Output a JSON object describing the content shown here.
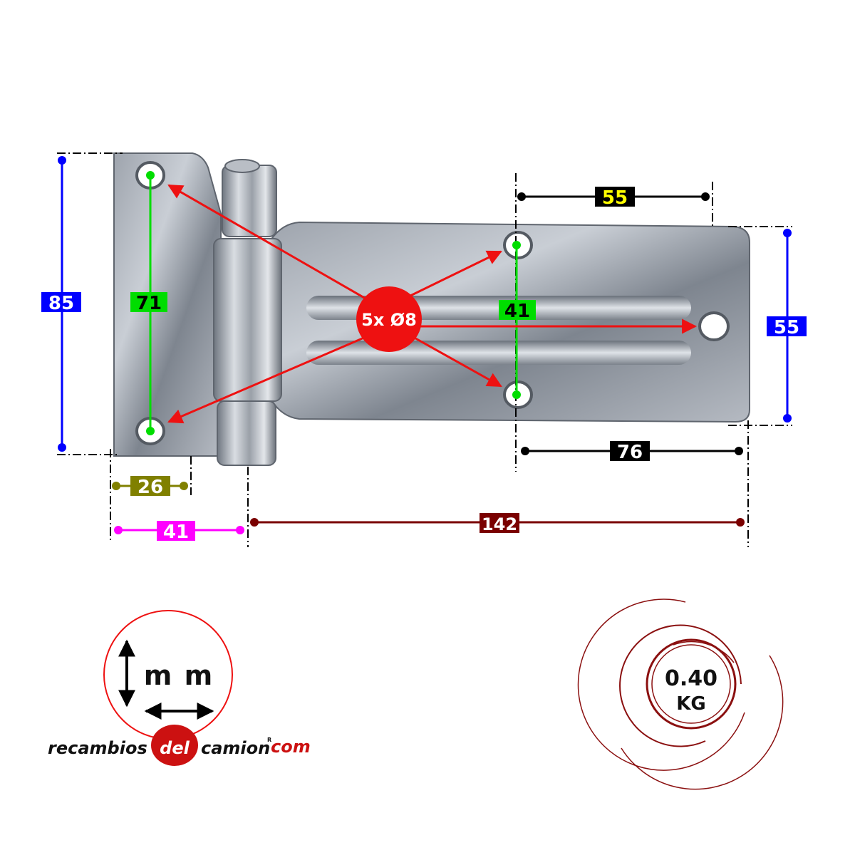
{
  "dimensions": {
    "overall_height": "85",
    "hole_spacing_left": "71",
    "hole_spacing_right": "41",
    "plate_height_right": "55",
    "top_hole_offset": "55",
    "bottom_hole_offset": "76",
    "left_leaf_hole_offset": "26",
    "left_leaf_width": "41",
    "right_leaf_length": "142"
  },
  "holes_callout": "5x Ø8",
  "units_badge": "m m",
  "weight": {
    "value": "0.40",
    "unit": "KG"
  },
  "logo": {
    "part1": "recambios",
    "part2": "del",
    "part3": "camion",
    "suffix": "com",
    "registered": "R"
  },
  "colors": {
    "blue": "#0000ff",
    "green": "#00dd00",
    "olive": "#808000",
    "magenta": "#ff00ff",
    "maroon": "#7a0000",
    "black": "#000000",
    "red": "#ee1111",
    "yellow": "#ffff00"
  }
}
